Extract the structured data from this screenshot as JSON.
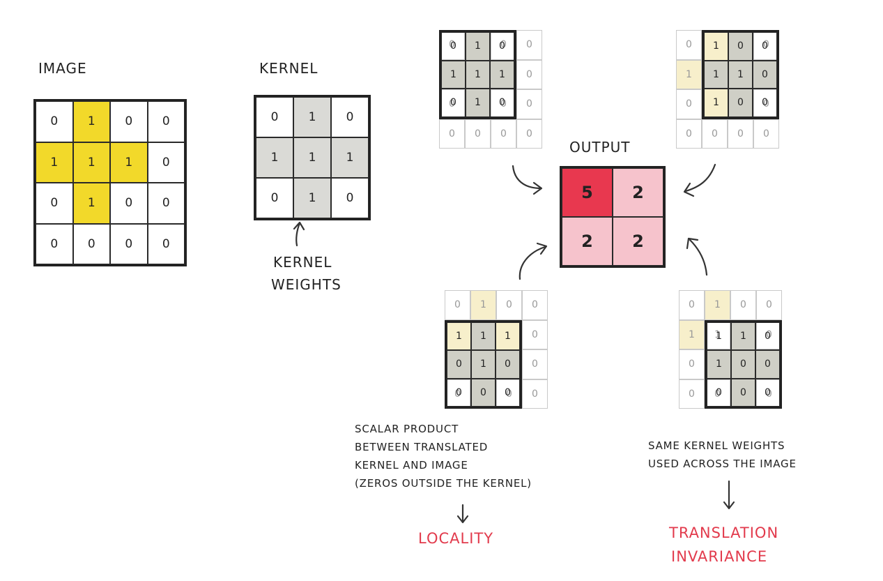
{
  "labels": {
    "image": "IMAGE",
    "kernel": "KERNEL",
    "output": "OUTPUT",
    "kernel_weights_line1": "KERNEL",
    "kernel_weights_line2": "WEIGHTS"
  },
  "image_grid": [
    [
      "0",
      "1",
      "0",
      "0"
    ],
    [
      "1",
      "1",
      "1",
      "0"
    ],
    [
      "0",
      "1",
      "0",
      "0"
    ],
    [
      "0",
      "0",
      "0",
      "0"
    ]
  ],
  "kernel_grid": [
    [
      "0",
      "1",
      "0"
    ],
    [
      "1",
      "1",
      "1"
    ],
    [
      "0",
      "1",
      "0"
    ]
  ],
  "output_grid": [
    [
      "5",
      "2"
    ],
    [
      "2",
      "2"
    ]
  ],
  "window_bg": [
    [
      "0",
      "1",
      "0",
      "0"
    ],
    [
      "1",
      "1",
      "1",
      "0"
    ],
    [
      "0",
      "1",
      "0",
      "0"
    ],
    [
      "0",
      "0",
      "0",
      "0"
    ]
  ],
  "colors": {
    "image_highlight": "#f2d92a",
    "kernel_weight": "#dadad6",
    "output_strong": "#e8384f",
    "output_light": "#f6c3cc",
    "accent_red": "#e23a4c"
  },
  "notes": {
    "left_line1": "SCALAR PRODUCT",
    "left_line2": "BETWEEN TRANSLATED",
    "left_line3": "KERNEL AND IMAGE",
    "left_line4": "(ZEROS OUTSIDE THE KERNEL)",
    "left_result": "LOCALITY",
    "right_line1": "SAME KERNEL WEIGHTS",
    "right_line2": "USED ACROSS THE IMAGE",
    "right_result1": "TRANSLATION",
    "right_result2": "INVARIANCE"
  }
}
